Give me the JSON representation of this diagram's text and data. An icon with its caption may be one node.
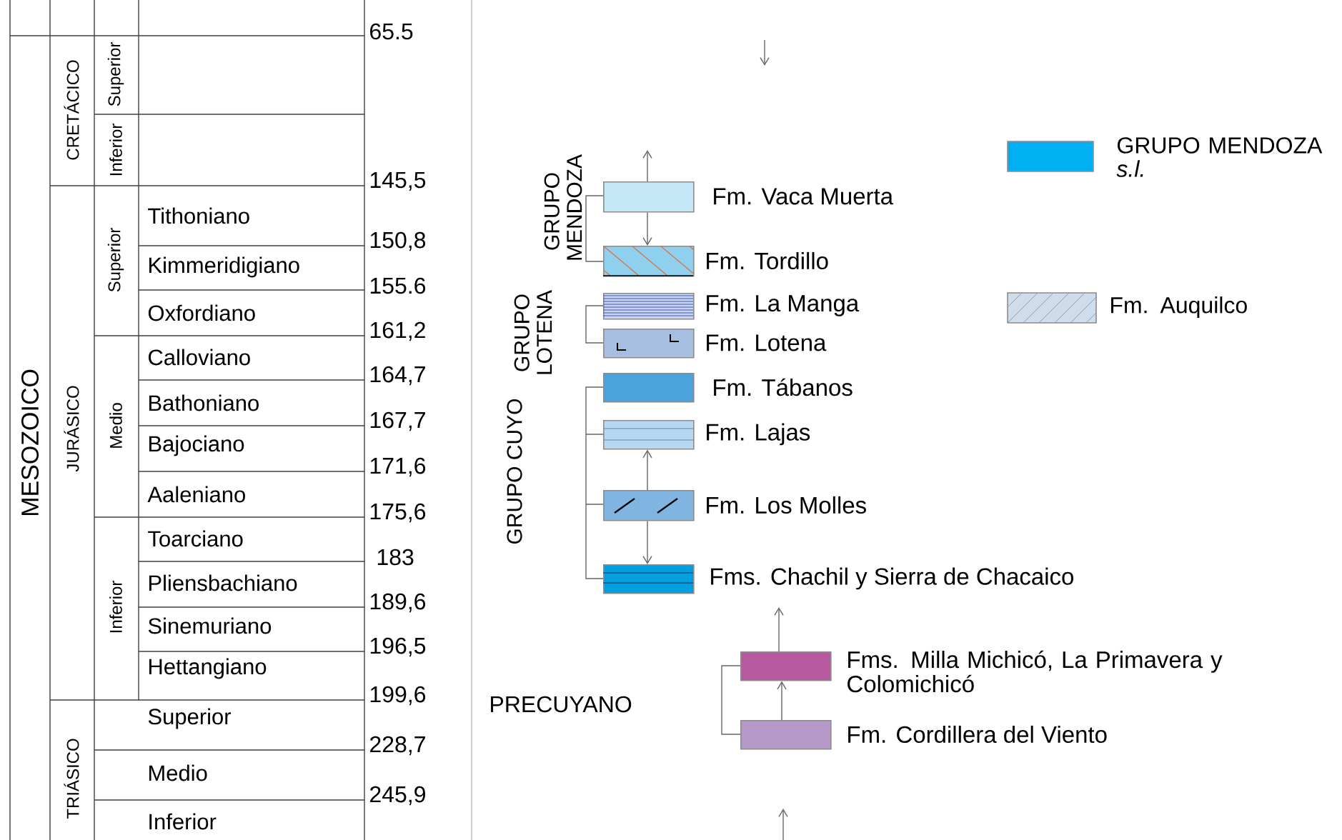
{
  "diagram": {
    "nodes": [
      {
        "text": [
          "Fm. Vaca Muerta"
        ]
      },
      {
        "text": [
          "Fm. Tordillo"
        ]
      },
      {
        "text": [
          "Fm. La Manga"
        ]
      },
      {
        "text": [
          "Fm. Lotena"
        ]
      },
      {
        "text": [
          "Fm. Tábanos"
        ]
      },
      {
        "text": [
          "Fm. Lajas"
        ]
      },
      {
        "text": [
          "Fm. Los Molles"
        ]
      },
      {
        "text": [
          "Fms. Chachil y Sierra de Chacaico"
        ]
      },
      {
        "text": [
          "Fms. Milla Michicó, La Primavera y Colomichicó"
        ]
      },
      {
        "text": [
          "Fm.  Cordillera del Viento"
        ]
      }
    ],
    "edges": [
      {
        "from": 0,
        "to": null,
        "arrow": "to"
      },
      {
        "from": 0,
        "to": 1,
        "arrow": "to"
      },
      {
        "from": 6,
        "to": 5,
        "arrow": "to"
      },
      {
        "from": 6,
        "to": 7,
        "arrow": "to"
      },
      {
        "from": 8,
        "to": null,
        "arrow": "to"
      },
      {
        "from": 9,
        "to": 8,
        "arrow": "to"
      }
    ],
    "labels": [
      "MESOZOICO",
      "CRETÁCICO",
      "JURÁSICO",
      "TRIÁSICO",
      "Superior",
      "Inferior",
      "Superior",
      "Medio",
      "Inferior",
      "Tithoniano",
      "Kimmeridigiano",
      "Oxfordiano",
      "Calloviano",
      "Bathoniano",
      "Bajociano",
      "Aaleniano",
      "Toarciano",
      "Pliensbachiano",
      "Sinemuriano",
      "Hettangiano",
      "Superior",
      "Medio",
      "Inferior",
      "65.5",
      "145,5",
      "150,8",
      "155.6",
      "161,2",
      "164,7",
      "167,7",
      "171,6",
      "175,6",
      "183",
      "189,6",
      "196,5",
      "199,6",
      "228,7",
      "245,9",
      "GRUPO MENDOZA",
      "GRUPO LOTENA",
      "GRUPO CUYO",
      "PRECUYANO"
    ],
    "legend": [
      {
        "text": "GRUPO MENDOZA *s.l.*",
        "color": "#00b0f0"
      },
      {
        "text": "Fm. Auquilco"
      }
    ]
  }
}
